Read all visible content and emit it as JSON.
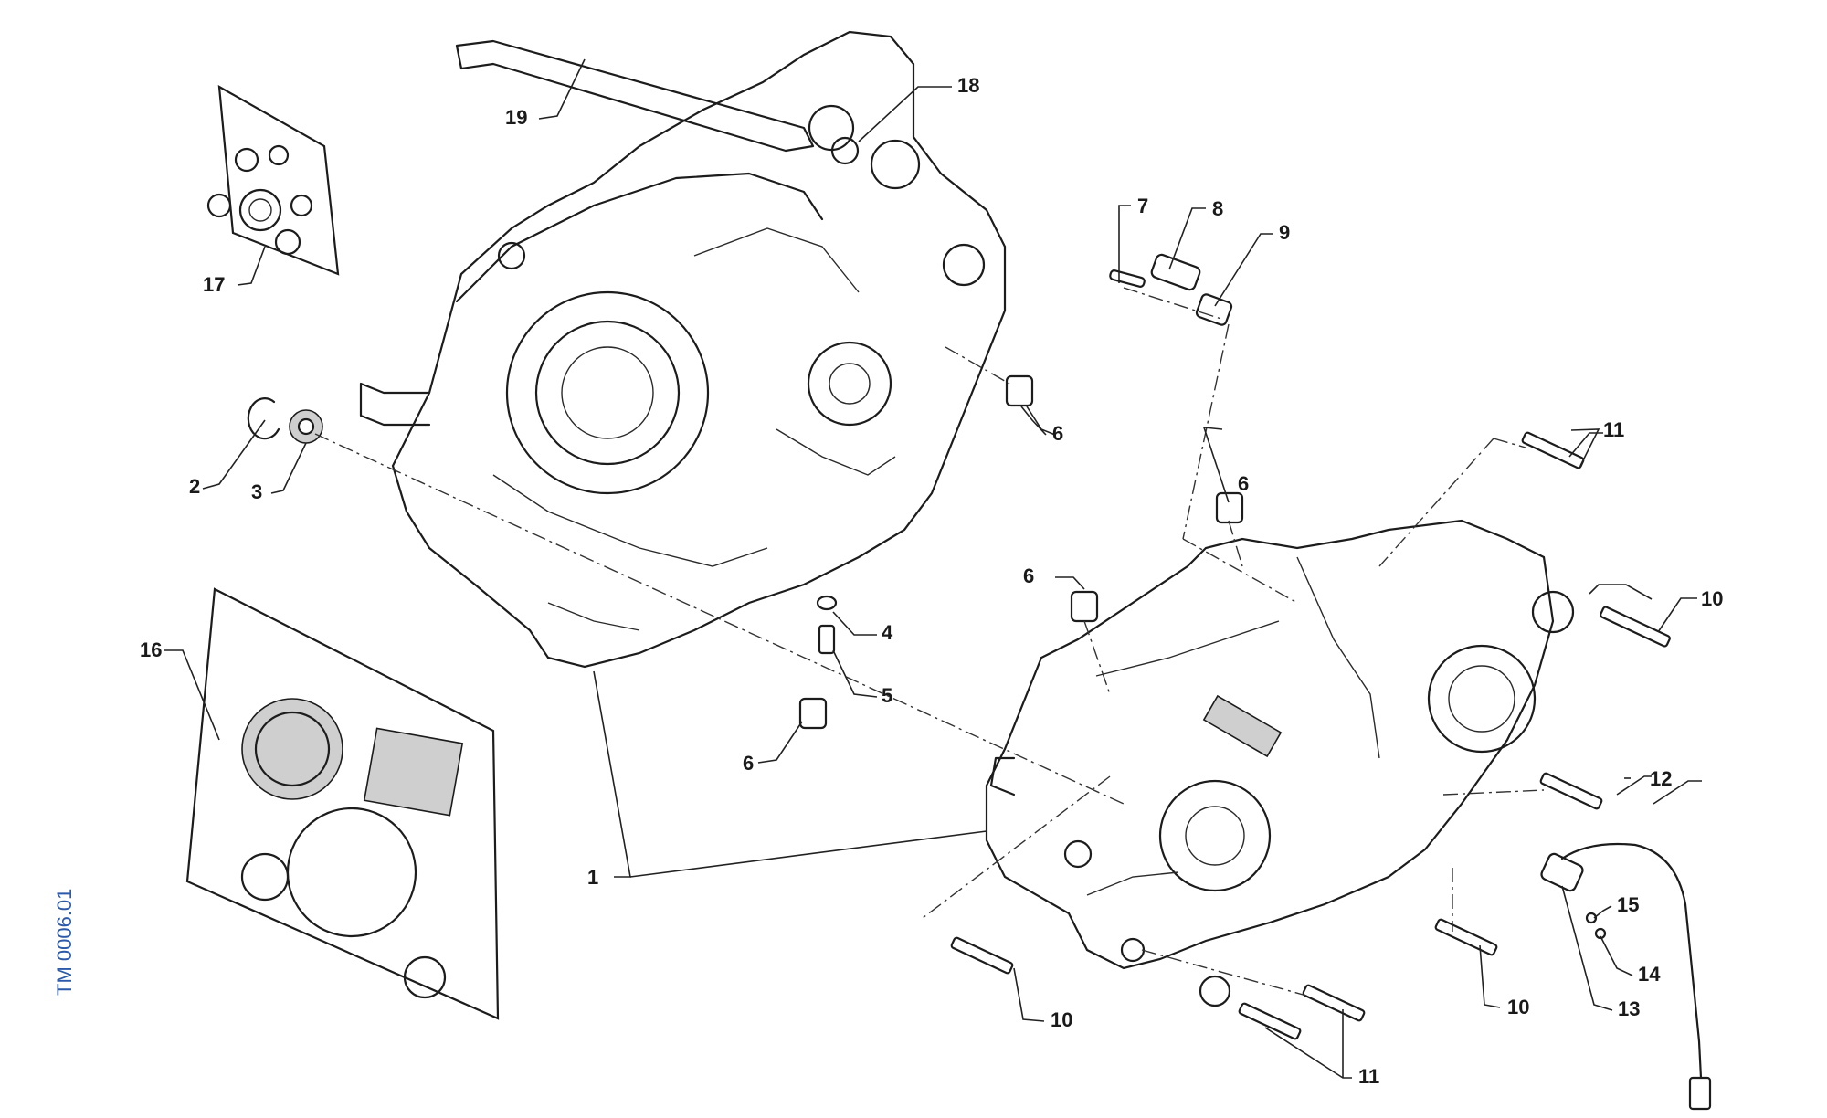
{
  "document": {
    "code": "TM 0006.01"
  },
  "callouts": [
    "1",
    "2",
    "3",
    "4",
    "5",
    "6",
    "7",
    "8",
    "9",
    "10",
    "11",
    "12",
    "13",
    "14",
    "15",
    "16",
    "17",
    "18",
    "19"
  ]
}
